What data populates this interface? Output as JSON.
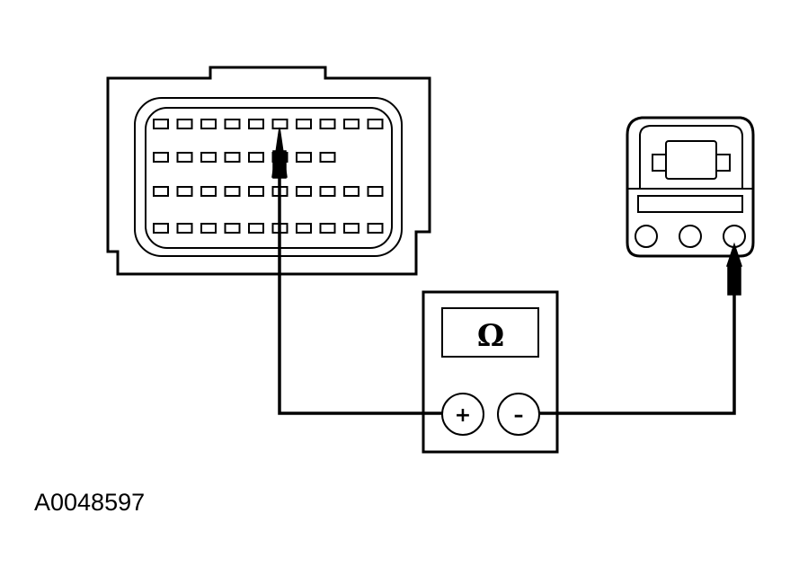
{
  "figure": {
    "id_label": "A0048597"
  },
  "multimeter": {
    "display_symbol": "Ω",
    "positive_terminal": "+",
    "negative_terminal": "–"
  },
  "module_connector": {
    "pin_rows": [
      10,
      8,
      10,
      10
    ]
  },
  "sensor_connector": {
    "pin_count": 3
  }
}
